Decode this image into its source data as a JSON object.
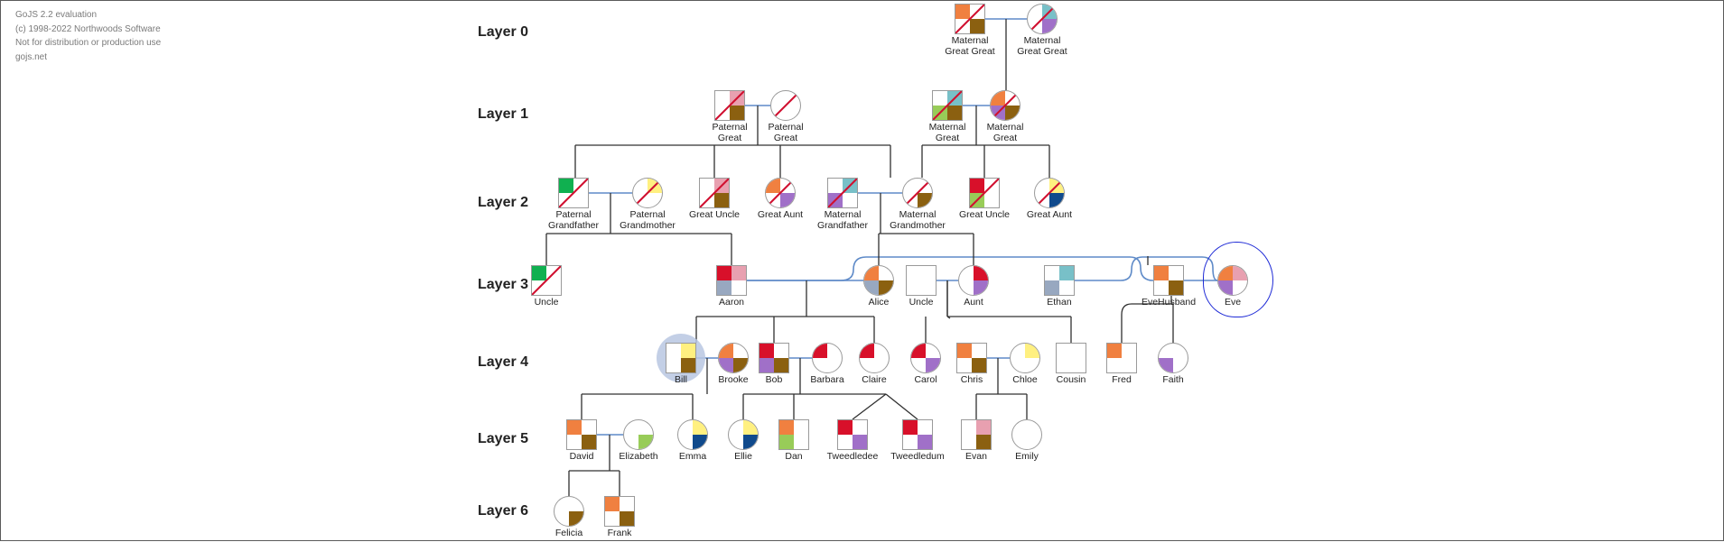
{
  "notice": [
    "GoJS 2.2 evaluation",
    "(c) 1998-2022 Northwoods Software",
    "Not for distribution or production use",
    "gojs.net"
  ],
  "layers": [
    "Layer 0",
    "Layer 1",
    "Layer 2",
    "Layer 3",
    "Layer 4",
    "Layer 5",
    "Layer 6"
  ],
  "colors": {
    "orange": "#f08040",
    "brown": "#8b6010",
    "teal": "#78c0c8",
    "purple": "#a070c8",
    "red": "#d8102a",
    "pink": "#e8a0b0",
    "green": "#10b050",
    "lightgreen": "#98cc58",
    "yellow": "#fff080",
    "navy": "#104a8c",
    "slate": "#98a8c0",
    "deceased": "#d01030",
    "marriage": "#5e8ac8",
    "link": "#303030",
    "highlight": "#1f2bd6"
  },
  "people": [
    {
      "id": "mggf",
      "label": [
        "Maternal",
        "Great Great"
      ],
      "sex": "M",
      "dead": true,
      "q": [
        "orange",
        "",
        "",
        "brown"
      ]
    },
    {
      "id": "mggm",
      "label": [
        "Maternal",
        "Great Great"
      ],
      "sex": "F",
      "dead": true,
      "q": [
        "",
        "teal",
        "",
        "purple"
      ]
    },
    {
      "id": "pgf",
      "label": [
        "Paternal",
        "Great"
      ],
      "sex": "M",
      "dead": true,
      "q": [
        "",
        "pink",
        "",
        "brown"
      ]
    },
    {
      "id": "pgm",
      "label": [
        "Paternal",
        "Great"
      ],
      "sex": "F",
      "dead": true,
      "q": [
        "",
        "",
        "",
        ""
      ]
    },
    {
      "id": "mgf",
      "label": [
        "Maternal",
        "Great"
      ],
      "sex": "M",
      "dead": true,
      "q": [
        "",
        "teal",
        "lightgreen",
        "brown"
      ]
    },
    {
      "id": "mgm",
      "label": [
        "Maternal",
        "Great"
      ],
      "sex": "F",
      "dead": true,
      "q": [
        "orange",
        "",
        "purple",
        "brown"
      ]
    },
    {
      "id": "pgrandfather",
      "label": [
        "Paternal",
        "Grandfather"
      ],
      "sex": "M",
      "dead": true,
      "q": [
        "green",
        "",
        "",
        ""
      ]
    },
    {
      "id": "pgrandmother",
      "label": [
        "Paternal",
        "Grandmother"
      ],
      "sex": "F",
      "dead": true,
      "q": [
        "",
        "yellow",
        "",
        ""
      ]
    },
    {
      "id": "greatuncle1",
      "label": [
        "Great Uncle"
      ],
      "sex": "M",
      "dead": true,
      "q": [
        "",
        "pink",
        "",
        "brown"
      ]
    },
    {
      "id": "greataunt1",
      "label": [
        "Great Aunt"
      ],
      "sex": "F",
      "dead": true,
      "q": [
        "orange",
        "",
        "",
        "purple"
      ]
    },
    {
      "id": "mgrandfather",
      "label": [
        "Maternal",
        "Grandfather"
      ],
      "sex": "M",
      "dead": true,
      "q": [
        "",
        "teal",
        "purple",
        ""
      ]
    },
    {
      "id": "mgrandmother",
      "label": [
        "Maternal",
        "Grandmother"
      ],
      "sex": "F",
      "dead": true,
      "q": [
        "",
        "",
        "",
        "brown"
      ]
    },
    {
      "id": "greatuncle2",
      "label": [
        "Great Uncle"
      ],
      "sex": "M",
      "dead": true,
      "q": [
        "red",
        "",
        "lightgreen",
        ""
      ]
    },
    {
      "id": "greataunt2",
      "label": [
        "Great Aunt"
      ],
      "sex": "F",
      "dead": true,
      "q": [
        "",
        "yellow",
        "",
        "navy"
      ]
    },
    {
      "id": "uncle1",
      "label": [
        "Uncle"
      ],
      "sex": "M",
      "dead": true,
      "q": [
        "green",
        "",
        "",
        ""
      ]
    },
    {
      "id": "aaron",
      "label": [
        "Aaron"
      ],
      "sex": "M",
      "dead": false,
      "q": [
        "red",
        "pink",
        "slate",
        ""
      ]
    },
    {
      "id": "alice",
      "label": [
        "Alice"
      ],
      "sex": "F",
      "dead": false,
      "q": [
        "orange",
        "",
        "slate",
        "brown"
      ]
    },
    {
      "id": "uncle2",
      "label": [
        "Uncle"
      ],
      "sex": "M",
      "dead": false,
      "q": [
        "",
        "",
        "",
        ""
      ]
    },
    {
      "id": "aunt",
      "label": [
        "Aunt"
      ],
      "sex": "F",
      "dead": false,
      "q": [
        "",
        "red",
        "",
        "purple"
      ]
    },
    {
      "id": "ethan",
      "label": [
        "Ethan"
      ],
      "sex": "M",
      "dead": false,
      "q": [
        "",
        "teal",
        "slate",
        ""
      ]
    },
    {
      "id": "evehusband",
      "label": [
        "EveHusband"
      ],
      "sex": "M",
      "dead": false,
      "q": [
        "orange",
        "",
        "",
        "brown"
      ]
    },
    {
      "id": "eve",
      "label": [
        "Eve"
      ],
      "sex": "F",
      "dead": false,
      "q": [
        "orange",
        "pink",
        "purple",
        ""
      ]
    },
    {
      "id": "bill",
      "label": [
        "Bill"
      ],
      "sex": "M",
      "dead": false,
      "selected": true,
      "q": [
        "",
        "yellow",
        "",
        "brown"
      ]
    },
    {
      "id": "brooke",
      "label": [
        "Brooke"
      ],
      "sex": "F",
      "dead": false,
      "q": [
        "orange",
        "",
        "purple",
        "brown"
      ]
    },
    {
      "id": "bob",
      "label": [
        "Bob"
      ],
      "sex": "M",
      "dead": false,
      "q": [
        "red",
        "",
        "purple",
        "brown"
      ]
    },
    {
      "id": "barbara",
      "label": [
        "Barbara"
      ],
      "sex": "F",
      "dead": false,
      "q": [
        "red",
        "",
        "",
        ""
      ]
    },
    {
      "id": "claire",
      "label": [
        "Claire"
      ],
      "sex": "F",
      "dead": false,
      "q": [
        "red",
        "",
        "",
        ""
      ]
    },
    {
      "id": "carol",
      "label": [
        "Carol"
      ],
      "sex": "F",
      "dead": false,
      "q": [
        "red",
        "",
        "",
        "purple"
      ]
    },
    {
      "id": "chris",
      "label": [
        "Chris"
      ],
      "sex": "M",
      "dead": false,
      "q": [
        "orange",
        "",
        "",
        "brown"
      ]
    },
    {
      "id": "chloe",
      "label": [
        "Chloe"
      ],
      "sex": "F",
      "dead": false,
      "q": [
        "",
        "yellow",
        "",
        ""
      ]
    },
    {
      "id": "cousin",
      "label": [
        "Cousin"
      ],
      "sex": "M",
      "dead": false,
      "q": [
        "",
        "",
        "",
        ""
      ]
    },
    {
      "id": "fred",
      "label": [
        "Fred"
      ],
      "sex": "M",
      "dead": false,
      "q": [
        "orange",
        "",
        "",
        ""
      ]
    },
    {
      "id": "faith",
      "label": [
        "Faith"
      ],
      "sex": "F",
      "dead": false,
      "q": [
        "",
        "",
        "purple",
        ""
      ]
    },
    {
      "id": "david",
      "label": [
        "David"
      ],
      "sex": "M",
      "dead": false,
      "q": [
        "orange",
        "",
        "",
        "brown"
      ]
    },
    {
      "id": "elizabeth",
      "label": [
        "Elizabeth"
      ],
      "sex": "F",
      "dead": false,
      "q": [
        "",
        "",
        "",
        "lightgreen"
      ]
    },
    {
      "id": "emma",
      "label": [
        "Emma"
      ],
      "sex": "F",
      "dead": false,
      "q": [
        "",
        "yellow",
        "",
        "navy"
      ]
    },
    {
      "id": "ellie",
      "label": [
        "Ellie"
      ],
      "sex": "F",
      "dead": false,
      "q": [
        "",
        "yellow",
        "",
        "navy"
      ]
    },
    {
      "id": "dan",
      "label": [
        "Dan"
      ],
      "sex": "M",
      "dead": false,
      "q": [
        "orange",
        "",
        "lightgreen",
        ""
      ]
    },
    {
      "id": "tweedledee",
      "label": [
        "Tweedledee"
      ],
      "sex": "M",
      "dead": false,
      "q": [
        "red",
        "",
        "",
        "purple"
      ]
    },
    {
      "id": "tweedledum",
      "label": [
        "Tweedledum"
      ],
      "sex": "M",
      "dead": false,
      "q": [
        "red",
        "",
        "",
        "purple"
      ]
    },
    {
      "id": "evan",
      "label": [
        "Evan"
      ],
      "sex": "M",
      "dead": false,
      "q": [
        "",
        "pink",
        "",
        "brown"
      ]
    },
    {
      "id": "emily",
      "label": [
        "Emily"
      ],
      "sex": "F",
      "dead": false,
      "q": [
        "",
        "",
        "",
        ""
      ]
    },
    {
      "id": "felicia",
      "label": [
        "Felicia"
      ],
      "sex": "F",
      "dead": false,
      "q": [
        "",
        "",
        "",
        "brown"
      ]
    },
    {
      "id": "frank",
      "label": [
        "Frank"
      ],
      "sex": "M",
      "dead": false,
      "q": [
        "orange",
        "",
        "",
        "brown"
      ]
    }
  ]
}
